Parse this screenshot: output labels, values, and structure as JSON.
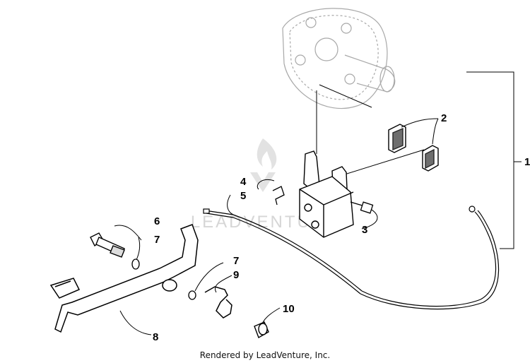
{
  "callouts": [
    {
      "id": "1",
      "label": "1"
    },
    {
      "id": "2",
      "label": "2"
    },
    {
      "id": "3",
      "label": "3"
    },
    {
      "id": "4",
      "label": "4"
    },
    {
      "id": "5",
      "label": "5"
    },
    {
      "id": "6",
      "label": "6"
    },
    {
      "id": "7a",
      "label": "7"
    },
    {
      "id": "7b",
      "label": "7"
    },
    {
      "id": "8",
      "label": "8"
    },
    {
      "id": "9",
      "label": "9"
    },
    {
      "id": "10",
      "label": "10"
    }
  ],
  "watermark": {
    "text": "LEADVENTURE"
  },
  "footer": {
    "text": "Rendered by LeadVenture, Inc."
  }
}
